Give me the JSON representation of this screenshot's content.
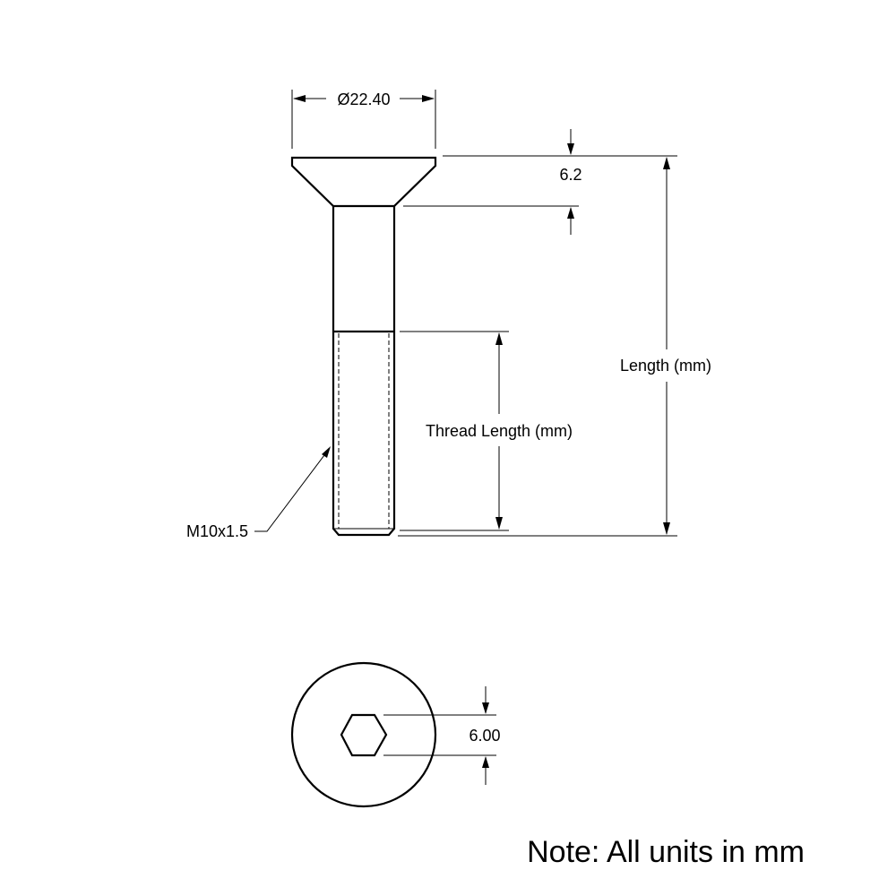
{
  "diagram": {
    "head_diameter_label": "Ø22.40",
    "head_height_label": "6.2",
    "length_label": "Length (mm)",
    "thread_length_label": "Thread Length (mm)",
    "thread_spec_label": "M10x1.5",
    "hex_size_label": "6.00",
    "note": "Note: All units in mm"
  }
}
